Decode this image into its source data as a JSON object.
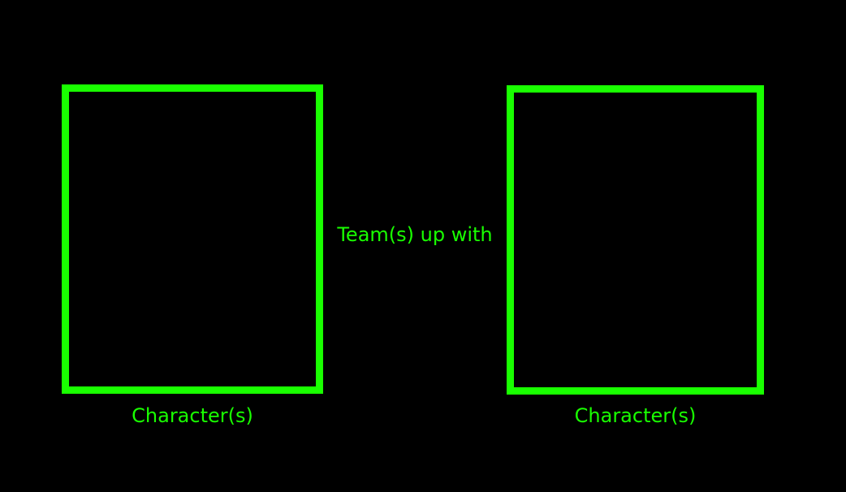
{
  "left_slot": {
    "caption": "Character(s)"
  },
  "connector": {
    "text": "Team(s) up with"
  },
  "right_slot": {
    "caption": "Character(s)"
  },
  "colors": {
    "background": "#000000",
    "accent": "#19ff00"
  }
}
